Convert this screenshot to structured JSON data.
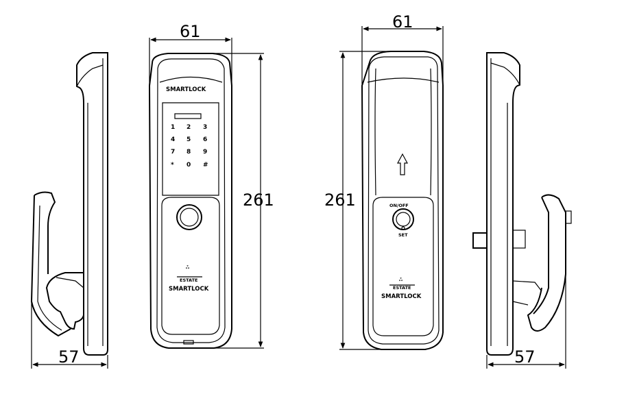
{
  "dimensions": {
    "front_width": "61",
    "front_height": "261",
    "back_width": "61",
    "back_height": "261",
    "left_depth": "57",
    "right_depth": "57"
  },
  "front": {
    "brand_top": "SMARTLOCK",
    "keys": [
      "1",
      "2",
      "3",
      "4",
      "5",
      "6",
      "7",
      "8",
      "9",
      "*",
      "0",
      "#"
    ],
    "logo_small": "ஃ",
    "brand_sub": "ESTATE",
    "brand_bottom": "SMARTLOCK"
  },
  "back": {
    "onoff_label": "ON/OFF",
    "set_label": "SET",
    "logo_small": "ஃ",
    "brand_sub": "ESTATE",
    "brand_bottom": "SMARTLOCK"
  }
}
